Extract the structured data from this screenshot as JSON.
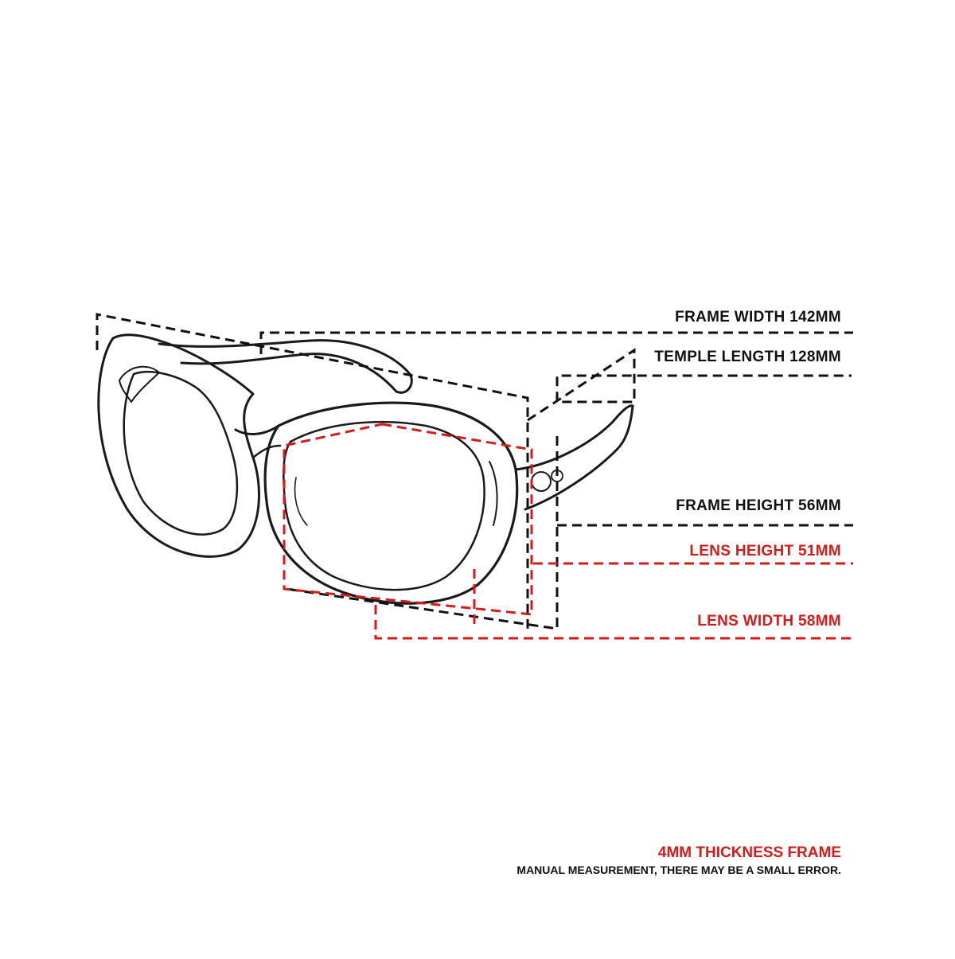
{
  "measurements": {
    "frame_width": "FRAME WIDTH 142MM",
    "temple_length": "TEMPLE LENGTH 128MM",
    "frame_height": "FRAME HEIGHT 56MM",
    "lens_height": "LENS HEIGHT 51MM",
    "lens_width": "LENS WIDTH 58MM"
  },
  "note": {
    "title": "4MM THICKNESS FRAME",
    "subtitle": "MANUAL MEASUREMENT, THERE MAY BE A SMALL ERROR."
  },
  "colors": {
    "dark": "#111111",
    "accent": "#d61a1a",
    "background": "#ffffff"
  }
}
